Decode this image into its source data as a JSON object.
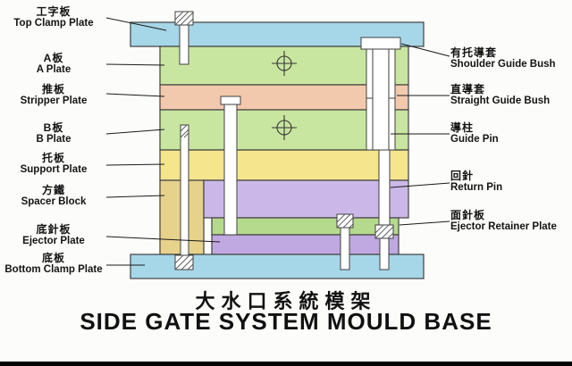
{
  "title": {
    "zh": "大水口系統模架",
    "en": "SIDE GATE SYSTEM MOULD BASE"
  },
  "labels": {
    "left": [
      {
        "zh": "工字板",
        "en": "Top Clamp Plate"
      },
      {
        "zh": "A板",
        "en": "A Plate"
      },
      {
        "zh": "推板",
        "en": "Stripper Plate"
      },
      {
        "zh": "B板",
        "en": "B Plate"
      },
      {
        "zh": "托板",
        "en": "Support Plate"
      },
      {
        "zh": "方鐵",
        "en": "Spacer Block"
      },
      {
        "zh": "底針板",
        "en": "Ejector Plate"
      },
      {
        "zh": "底板",
        "en": "Bottom Clamp Plate"
      }
    ],
    "right": [
      {
        "zh": "有托導套",
        "en": "Shoulder Guide Bush"
      },
      {
        "zh": "直導套",
        "en": "Straight Guide Bush"
      },
      {
        "zh": "導柱",
        "en": "Guide Pin"
      },
      {
        "zh": "回針",
        "en": "Return Pin"
      },
      {
        "zh": "面針板",
        "en": "Ejector Retainer Plate"
      }
    ]
  },
  "colors": {
    "clamp_plate": "#a6d7e8",
    "ab_plate": "#c9e6a1",
    "stripper_plate": "#f3c9ad",
    "support_plate": "#f5e58d",
    "spacer_block": "#e7d28b",
    "pocket": "#ccb8e8",
    "retainer_plate": "#b5da8d",
    "ejector_plate": "#bfa9e0",
    "pin": "#ffffff",
    "outline": "#3f3f3f",
    "leader": "#1a1a1a"
  }
}
